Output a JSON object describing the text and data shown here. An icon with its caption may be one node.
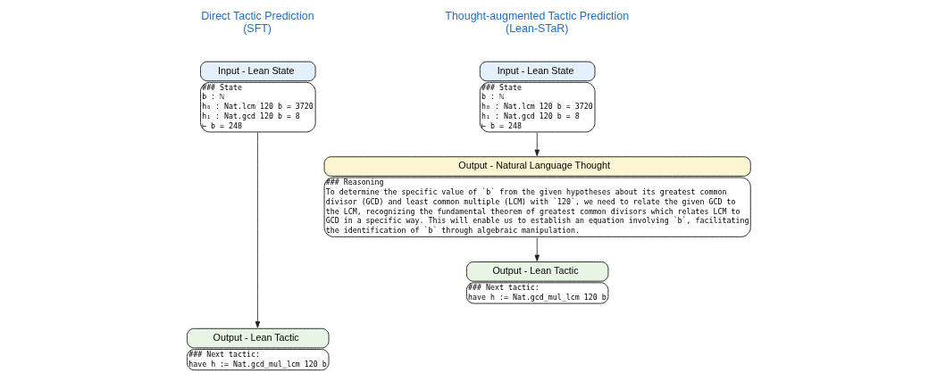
{
  "diagram": {
    "nodes": [
      {
        "text": [
          "Input - Lean State",
          "### State",
          "b : ℕ",
          "h₀ : Nat.lcm 120 b = 3720",
          "h₁ : Nat.gcd 120 b = 8",
          "⊢ b = 248"
        ]
      },
      {
        "text": [
          "Output - Lean Tactic",
          "### Next tactic:",
          "have h := Nat.gcd_mul_lcm 120 b"
        ]
      },
      {
        "text": [
          "Input - Lean State",
          "### State",
          "b : ℕ",
          "h₀ : Nat.lcm 120 b = 3720",
          "h₁ : Nat.gcd 120 b = 8",
          "⊢ b = 248"
        ]
      },
      {
        "text": [
          "Output - Natural Language Thought",
          "### Reasoning",
          "To determine the specific value of `b` from the given hypotheses about its greatest common divisor (GCD) and least common multiple (LCM) with `120`, we need to relate the given GCD to the LCM, recognizing the fundamental theorem of greatest common divisors which relates LCM to GCD in a specific way. This will enable us to establish an equation involving `b`, facilitating the identification of `b` through algebraic manipulation."
        ]
      },
      {
        "text": [
          "Output - Lean Tactic",
          "### Next tactic:",
          "have h := Nat.gcd_mul_lcm 120 b"
        ]
      }
    ],
    "edges": [
      {
        "from": 0,
        "to": 1,
        "arrow": "to"
      },
      {
        "from": 2,
        "to": 3,
        "arrow": "to"
      },
      {
        "from": 3,
        "to": 4,
        "arrow": "to"
      }
    ],
    "labels": [
      "Direct Tactic Prediction (SFT)",
      "Thought-augmented Tactic Prediction (Lean-STaR)"
    ]
  }
}
